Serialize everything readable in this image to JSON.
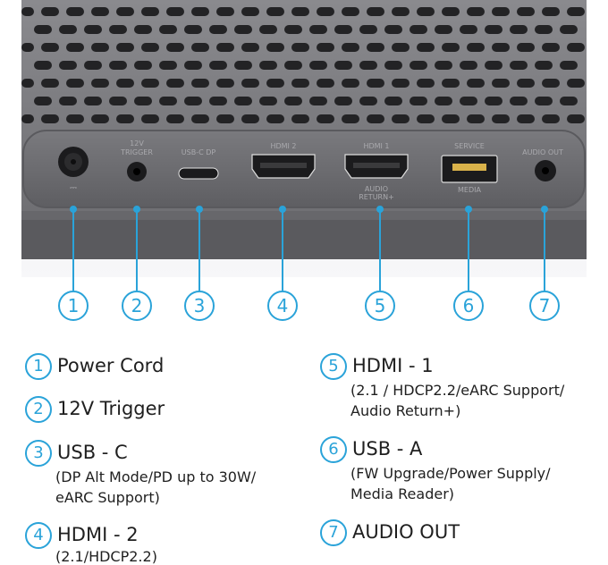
{
  "colors": {
    "accent": "#2aa3d9",
    "panel": "#6e6e72",
    "grille": "#232325",
    "text": "#1f1f1f"
  },
  "ports": [
    {
      "num": "1",
      "top_label": "",
      "bottom_label": "⎓"
    },
    {
      "num": "2",
      "top_label": "12V TRIGGER",
      "bottom_label": ""
    },
    {
      "num": "3",
      "top_label": "USB-C DP",
      "bottom_label": ""
    },
    {
      "num": "4",
      "top_label": "HDMI 2",
      "bottom_label": ""
    },
    {
      "num": "5",
      "top_label": "HDMI 1",
      "bottom_label": "AUDIO RETURN+"
    },
    {
      "num": "6",
      "top_label": "SERVICE",
      "bottom_label": "MEDIA"
    },
    {
      "num": "7",
      "top_label": "AUDIO OUT",
      "bottom_label": ""
    }
  ],
  "legend": [
    {
      "num": "1",
      "title": "Power Cord",
      "lines": []
    },
    {
      "num": "2",
      "title": "12V Trigger",
      "lines": []
    },
    {
      "num": "3",
      "title": "USB - C",
      "lines": [
        "(DP Alt Mode/PD up to 30W/",
        "eARC Support)"
      ]
    },
    {
      "num": "4",
      "title": "HDMI - 2",
      "lines": [
        "(2.1/HDCP2.2)"
      ]
    },
    {
      "num": "5",
      "title": "HDMI - 1",
      "lines": [
        "(2.1 / HDCP2.2/eARC Support/",
        "Audio Return+)"
      ]
    },
    {
      "num": "6",
      "title": "USB - A",
      "lines": [
        "(FW Upgrade/Power Supply/",
        "Media Reader)"
      ]
    },
    {
      "num": "7",
      "title": "AUDIO OUT",
      "lines": []
    }
  ]
}
